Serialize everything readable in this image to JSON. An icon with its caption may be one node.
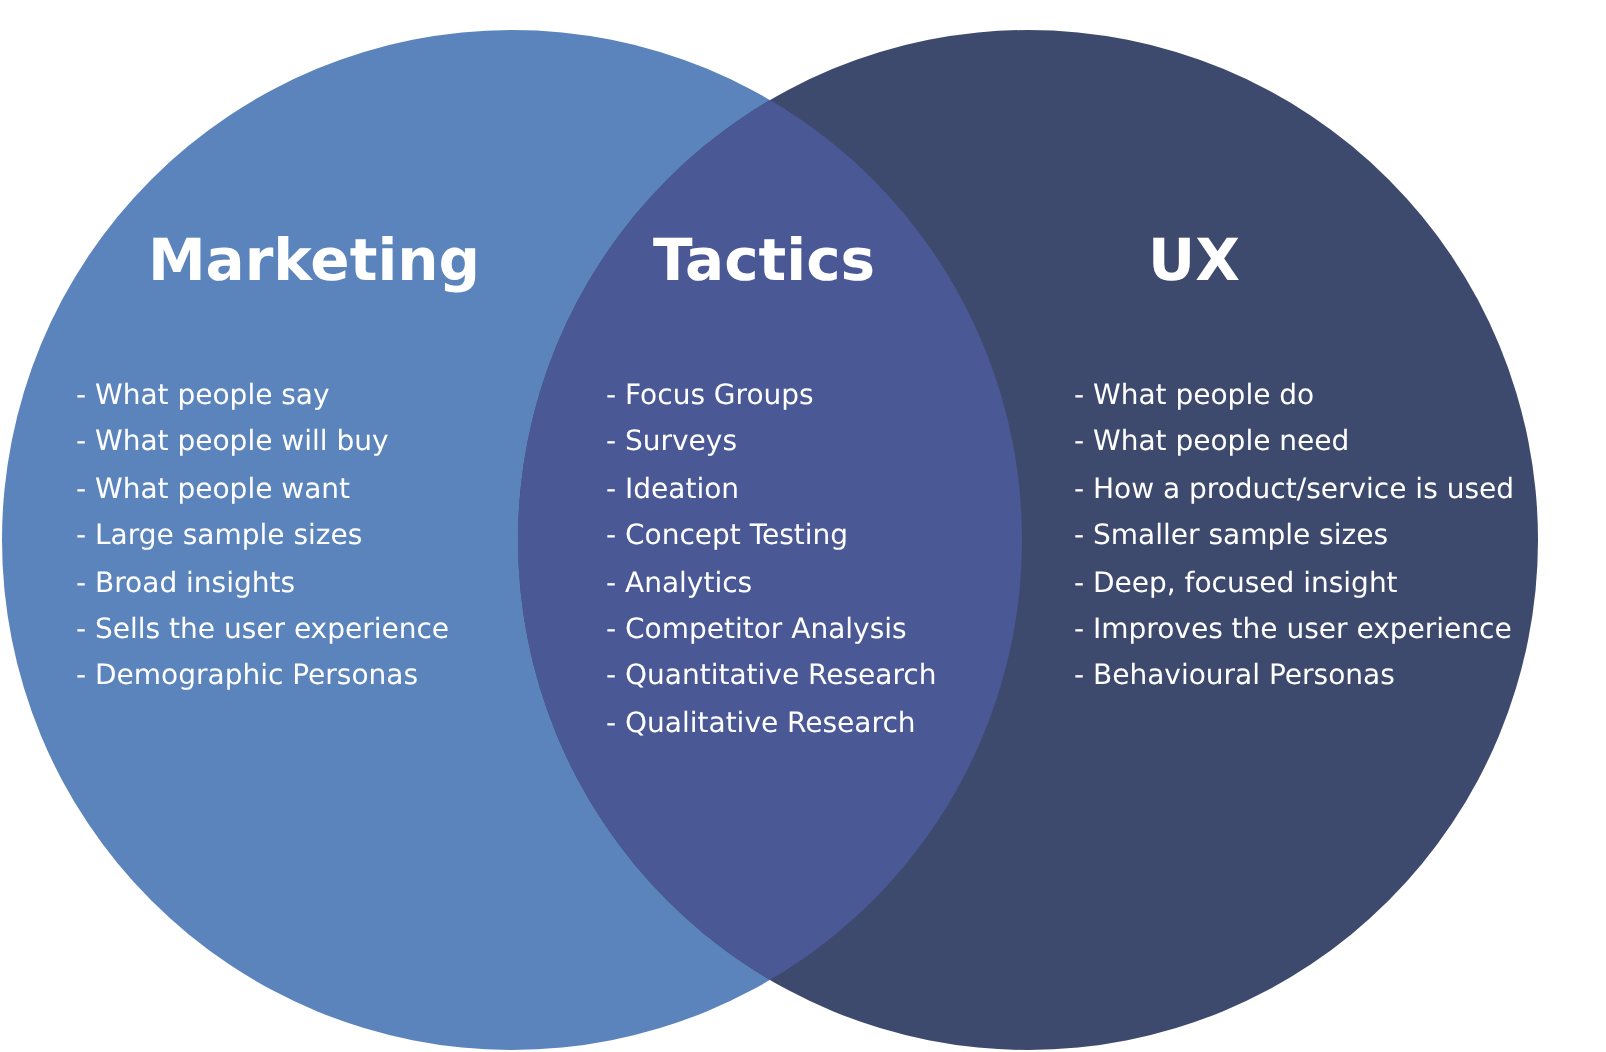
{
  "diagram": {
    "nodes": [
      {
        "text": [
          "Marketing",
          "- What people say",
          "- What people will buy",
          "- What people want",
          "- Large sample sizes",
          "- Broad insights",
          "- Sells the user experience",
          "- Demographic Personas"
        ]
      },
      {
        "text": [
          "Tactics",
          "- Focus Groups",
          "- Surveys",
          "- Ideation",
          "- Concept Testing",
          "- Analytics",
          "- Competitor Analysis",
          "- Quantitative Research",
          "- Qualitative Research"
        ]
      },
      {
        "text": [
          "UX",
          "- What people do",
          "- What people need",
          "- How a product/service is used",
          "- Smaller sample sizes",
          "- Deep, focused insight",
          "- Improves the user experience",
          "- Behavioural Personas"
        ]
      }
    ]
  }
}
